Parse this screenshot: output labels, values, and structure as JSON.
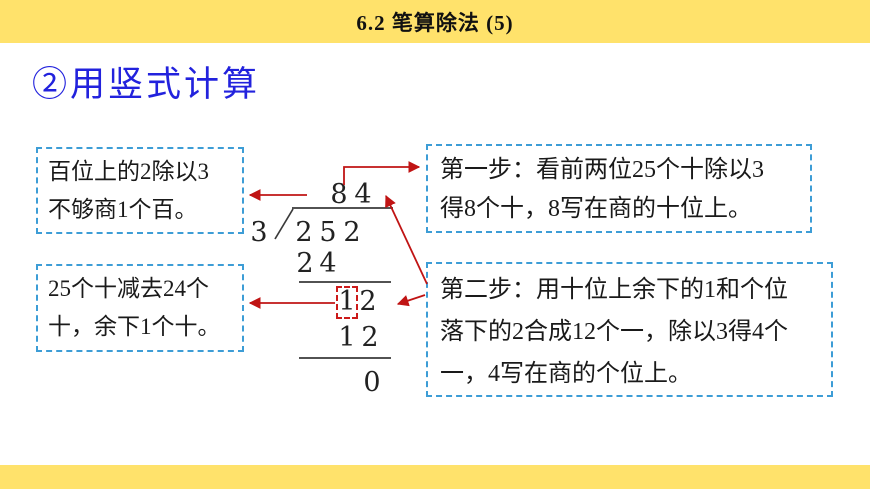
{
  "header": {
    "title": "6.2 笔算除法 (5)"
  },
  "heading": {
    "label": "②用竖式计算"
  },
  "division": {
    "divisor": "3",
    "quotient_tens": "8",
    "quotient_ones": "4",
    "dividend_hundreds": "2",
    "dividend_tens": "5",
    "dividend_ones": "2",
    "product1_tens": "2",
    "product1_ones": "4",
    "remainder1_tens": "1",
    "remainder1_ones": "2",
    "product2_tens": "1",
    "product2_ones": "2",
    "result": "0"
  },
  "callouts": {
    "left_top": {
      "lines": [
        "百位上的2除以3",
        "不够商1个百。"
      ]
    },
    "left_bottom": {
      "lines": [
        "25个十减去24个",
        "十，余下1个十。"
      ]
    },
    "right_top": {
      "lines": [
        "第一步：看前两位25个十除以3",
        "得8个十，8写在商的十位上。"
      ]
    },
    "right_bottom": {
      "lines": [
        "第二步：用十位上余下的1和个位",
        "落下的2合成12个一，除以3得4个",
        "一，4写在商的个位上。"
      ]
    }
  },
  "colors": {
    "bar_yellow": "#FFE26B",
    "heading_blue": "#2222DD",
    "callout_border_blue": "#3D9DD6",
    "arrow_red": "#C01414",
    "highlight_red": "#CC1A1A",
    "text_black": "#1a1a1a"
  }
}
